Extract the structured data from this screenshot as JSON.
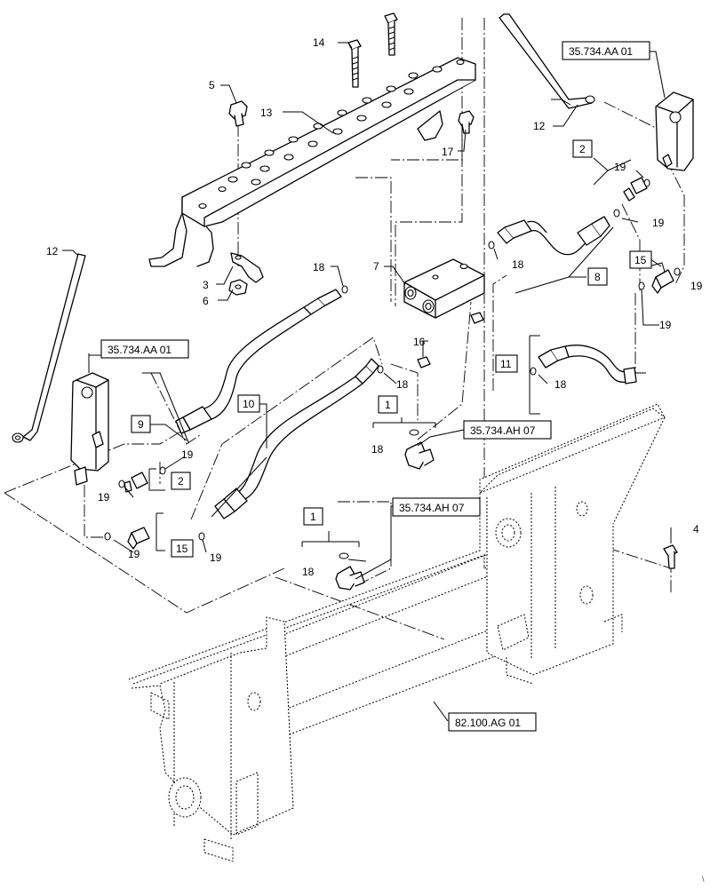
{
  "callouts": {
    "c1": "1",
    "c2": "2",
    "c3": "3",
    "c4": "4",
    "c5": "5",
    "c6": "6",
    "c7": "7",
    "c8": "8",
    "c9": "9",
    "c10": "10",
    "c11": "11",
    "c12": "12",
    "c13": "13",
    "c14": "14",
    "c15": "15",
    "c16": "16",
    "c17": "17",
    "c18": "18",
    "c19": "19"
  },
  "references": {
    "cylinder_ref": "35.734.AA 01",
    "valve_ref": "35.734.AH 07",
    "frame_ref": "82.100.AG 01"
  },
  "corner_mark": "\\"
}
